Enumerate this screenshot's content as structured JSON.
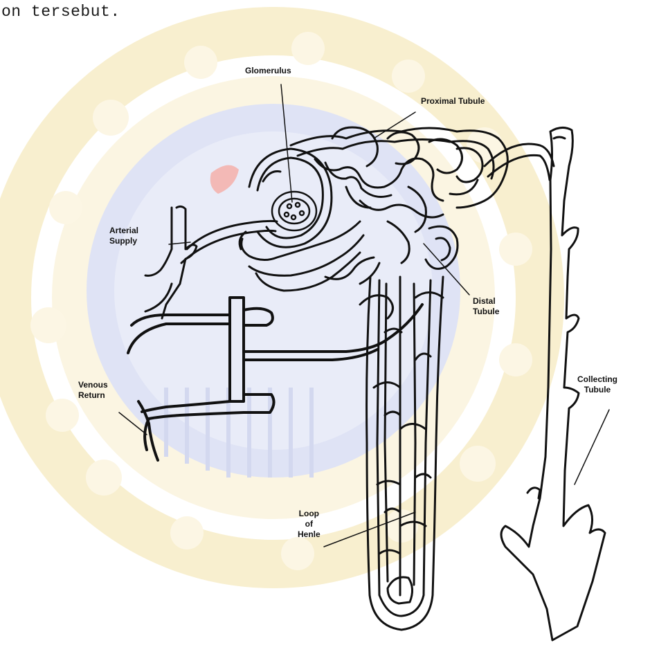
{
  "header": {
    "text": "on tersebut."
  },
  "labels": {
    "glomerulus": "Glomerulus",
    "proximal_tubule": "Proximal Tubule",
    "arterial_supply_line1": "Arterial",
    "arterial_supply_line2": "Supply",
    "distal_tubule_line1": "Distal",
    "distal_tubule_line2": "Tubule",
    "venous_return_line1": "Venous",
    "venous_return_line2": "Return",
    "collecting_tubule_line1": "Collecting",
    "collecting_tubule_line2": "Tubule",
    "loop_of_henle_line1": "Loop",
    "loop_of_henle_line2": "of",
    "loop_of_henle_line3": "Henle"
  },
  "colors": {
    "watermark_gold": "#f7ecc4",
    "watermark_blue": "#cdd3ee",
    "watermark_red": "#f2b8b8",
    "ink": "#111111"
  }
}
